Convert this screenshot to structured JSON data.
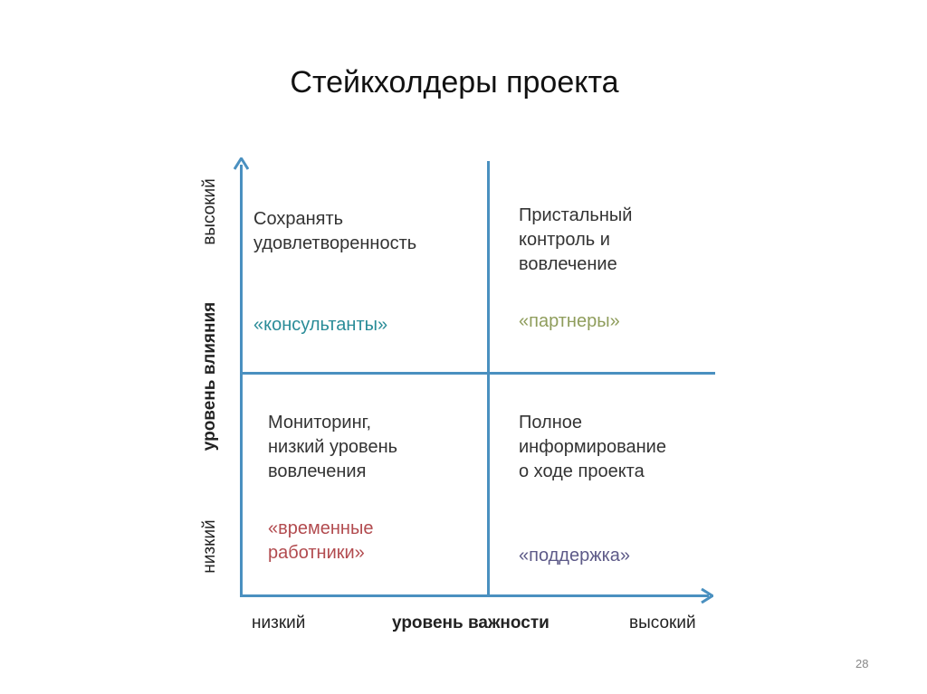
{
  "title": "Стейкхолдеры проекта",
  "y_axis": {
    "label": "уровень влияния",
    "low": "низкий",
    "high": "высокий"
  },
  "x_axis": {
    "label": "уровень важности",
    "low": "низкий",
    "high": "высокий"
  },
  "quadrants": [
    {
      "text": [
        "Сохранять",
        "удовлетворенность"
      ],
      "tag": "«консультанты»",
      "color": "#2a8c98"
    },
    {
      "text": [
        "Пристальный",
        "контроль и",
        "вовлечение"
      ],
      "tag": "«партнеры»",
      "color": "#8f9d5c"
    },
    {
      "text": [
        "Мониторинг,",
        "низкий уровень",
        "вовлечения"
      ],
      "tag": [
        "«временные",
        "работники»"
      ],
      "color": "#b24b4f"
    },
    {
      "text": [
        "Полное",
        "информирование",
        "о ходе проекта"
      ],
      "tag": "«поддержка»",
      "color": "#5d5a88"
    }
  ],
  "page_number": "28"
}
